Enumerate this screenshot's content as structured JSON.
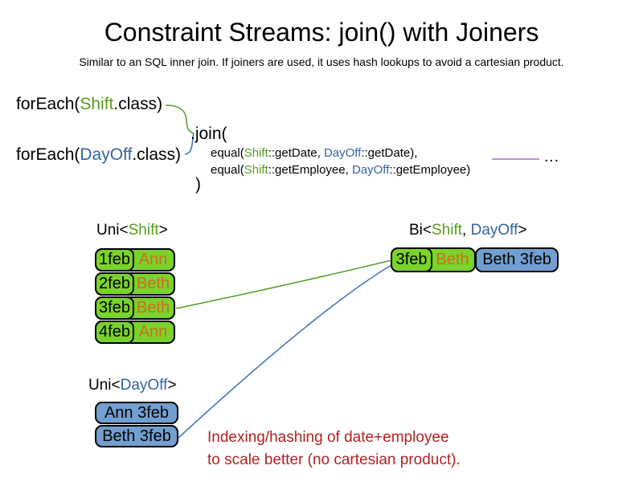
{
  "slide": {
    "title": "Constraint Streams: join() with Joiners",
    "subtitle": "Similar to an SQL inner join. If joiners are used, it uses hash lookups to avoid a cartesian product."
  },
  "code": {
    "foreach_shift": {
      "prefix": "forEach(",
      "class_name": "Shift",
      "suffix": ".class)"
    },
    "foreach_dayoff": {
      "prefix": "forEach(",
      "class_name": "DayOff",
      "suffix": ".class)"
    },
    "join_open": ".join(",
    "joiner_date": {
      "prefix": "equal(",
      "shift": "Shift",
      "mid": "::getDate, ",
      "dayoff": "DayOff",
      "suffix": "::getDate),"
    },
    "joiner_employee": {
      "prefix": "equal(",
      "shift": "Shift",
      "mid": "::getEmployee, ",
      "dayoff": "DayOff",
      "suffix": "::getEmployee)"
    },
    "join_close": ")",
    "ellipsis": "…"
  },
  "uni_shift": {
    "label": {
      "prefix": "Uni<",
      "type": "Shift",
      "suffix": ">"
    },
    "rows": [
      {
        "date": "1feb",
        "employee": "Ann"
      },
      {
        "date": "2feb",
        "employee": "Beth"
      },
      {
        "date": "3feb",
        "employee": "Beth"
      },
      {
        "date": "4feb",
        "employee": "Ann"
      }
    ]
  },
  "bi": {
    "label": {
      "prefix": "Bi<",
      "shift": "Shift",
      "comma": ", ",
      "dayoff": "DayOff",
      "suffix": ">"
    },
    "row": {
      "date": "3feb",
      "employee": "Beth",
      "dayoff_text": "Beth 3feb"
    }
  },
  "uni_dayoff": {
    "label": {
      "prefix": "Uni<",
      "type": "DayOff",
      "suffix": ">"
    },
    "rows": [
      {
        "text": "Ann 3feb"
      },
      {
        "text": "Beth 3feb"
      }
    ]
  },
  "annotation": {
    "line1": "Indexing/hashing of date+employee",
    "line2": "to scale better (no cartesian product)."
  },
  "colors": {
    "shift_text_green": "#579D1C",
    "dayoff_text_blue": "#3465A4",
    "cell_green": "#7AD32C",
    "cell_blue": "#729FCF",
    "employee_orange": "#D2691E",
    "annotation_red": "#B22222",
    "continuation_purple": "#9E7CB5"
  }
}
